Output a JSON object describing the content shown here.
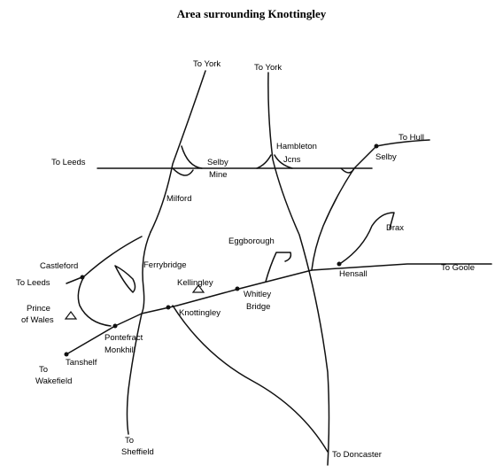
{
  "title": "Area surrounding Knottingley",
  "labels": {
    "to_york_west": "To York",
    "to_york_east": "To York",
    "to_leeds_top": "To Leeds",
    "selby_mine_1": "Selby",
    "selby_mine_2": "Mine",
    "hambleton_1": "Hambleton",
    "hambleton_2": "Jcns",
    "to_hull": "To Hull",
    "selby": "Selby",
    "milford": "Milford",
    "drax": "Drax",
    "eggborough": "Eggborough",
    "castleford": "Castleford",
    "ferrybridge": "Ferrybridge",
    "hensall": "Hensall",
    "to_goole": "To Goole",
    "to_leeds_left": "To Leeds",
    "kellingley": "Kellingley",
    "whitley_1": "Whitley",
    "whitley_2": "Bridge",
    "prince_1": "Prince",
    "prince_2": "of Wales",
    "knottingley": "Knottingley",
    "pontefract_1": "Pontefract",
    "pontefract_2": "Monkhill",
    "tanshelf": "Tanshelf",
    "to_wakefield_1": "To",
    "to_wakefield_2": "Wakefield",
    "to_sheffield_1": "To",
    "to_sheffield_2": "Sheffield",
    "to_doncaster": "To Doncaster"
  }
}
